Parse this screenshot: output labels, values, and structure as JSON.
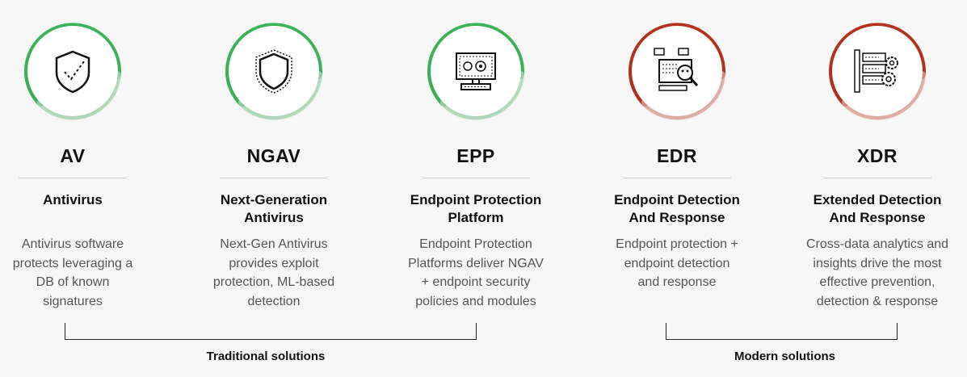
{
  "solutions": [
    {
      "abbr": "AV",
      "name_line1": "Antivirus",
      "name_line2": "",
      "desc": [
        "Antivirus software",
        "protects leveraging a",
        "DB of known",
        "signatures"
      ],
      "icon": "shield-check-icon",
      "theme": "green"
    },
    {
      "abbr": "NGAV",
      "name_line1": "Next-Generation",
      "name_line2": "Antivirus",
      "desc": [
        "Next-Gen Antivirus",
        "provides exploit",
        "protection, ML-based",
        "detection"
      ],
      "icon": "shield-icon",
      "theme": "green"
    },
    {
      "abbr": "EPP",
      "name_line1": "Endpoint Protection",
      "name_line2": "Platform",
      "desc": [
        "Endpoint Protection",
        "Platforms deliver NGAV",
        "+ endpoint security",
        "policies and modules"
      ],
      "icon": "monitor-biohazard-icon",
      "theme": "green"
    },
    {
      "abbr": "EDR",
      "name_line1": "Endpoint Detection",
      "name_line2": "And Response",
      "desc": [
        "Endpoint protection +",
        "endpoint detection",
        "and response"
      ],
      "icon": "monitor-skull-magnifier-icon",
      "theme": "red"
    },
    {
      "abbr": "XDR",
      "name_line1": "Extended Detection",
      "name_line2": "And Response",
      "desc": [
        "Cross-data analytics and",
        "insights drive the most",
        "effective prevention,",
        "detection & response"
      ],
      "icon": "server-gears-icon",
      "theme": "red"
    }
  ],
  "groups": {
    "traditional": "Traditional solutions",
    "modern": "Modern solutions"
  },
  "colors": {
    "green": "#3cb55a",
    "green_light": "#a8dcb4",
    "red": "#b5341e",
    "red_light": "#e2a598"
  }
}
